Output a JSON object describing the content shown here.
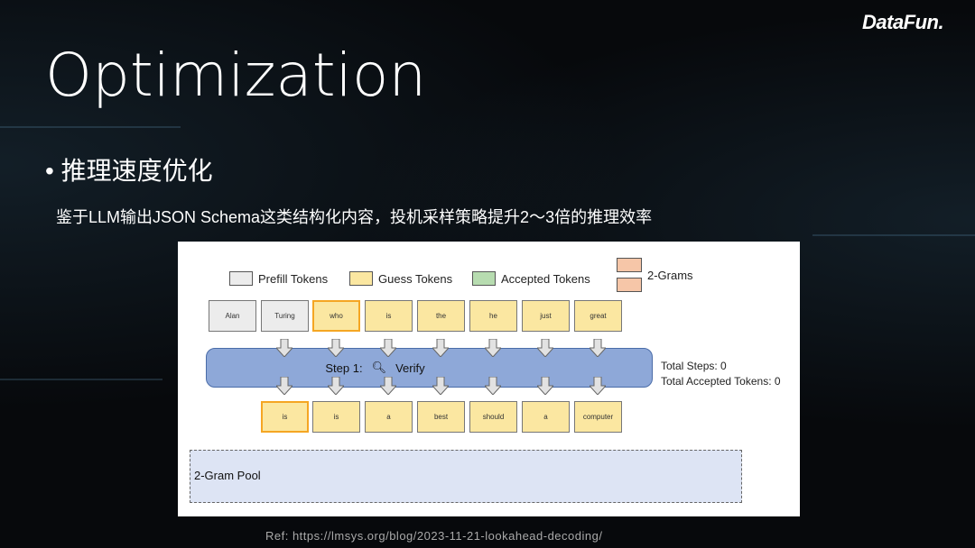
{
  "logo": "DataFun.",
  "title": "Optimization",
  "bullet": "推理速度优化",
  "subtitle": "鉴于LLM输出JSON Schema这类结构化内容，投机采样策略提升2～3倍的推理效率",
  "figure": {
    "legend": [
      "Prefill Tokens",
      "Guess Tokens",
      "Accepted Tokens",
      "2-Grams"
    ],
    "top_tokens": [
      "Alan",
      "Turing",
      "who",
      "is",
      "the",
      "he",
      "just",
      "great"
    ],
    "bottom_tokens": [
      "is",
      "is",
      "a",
      "best",
      "should",
      "a",
      "computer"
    ],
    "step_label": "Step 1:",
    "verify_label": "Verify",
    "total_steps": "Total Steps: 0",
    "total_accepted": "Total Accepted Tokens: 0",
    "pool_label": "2-Gram Pool"
  },
  "ref": "Ref: https://lmsys.org/blog/2023-11-21-lookahead-decoding/",
  "colors": {
    "prefill": "#ececec",
    "guess": "#fbe7a1",
    "accepted": "#b7dcb0",
    "twogram": "#f6c6a8",
    "band": "#8ea8d8",
    "highlight": "#f5a623"
  }
}
